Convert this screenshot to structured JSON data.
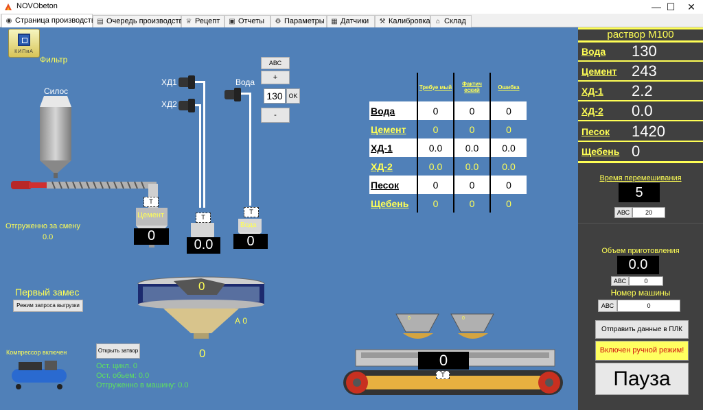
{
  "window": {
    "title": "NOVObeton",
    "minimize": "—",
    "maximize": "☐",
    "close": "✕"
  },
  "tabs": [
    {
      "label": "Страница производства",
      "icon": "◉"
    },
    {
      "label": "Очередь производства",
      "icon": "▤"
    },
    {
      "label": "Рецепт",
      "icon": "♕"
    },
    {
      "label": "Отчеты",
      "icon": "▣"
    },
    {
      "label": "Параметры",
      "icon": "⚙"
    },
    {
      "label": "Датчики",
      "icon": "▦"
    },
    {
      "label": "Калибровка",
      "icon": "⚒"
    },
    {
      "label": "Склад",
      "icon": "⌂"
    }
  ],
  "plant": {
    "kip_label": "КИПиА",
    "filter_label": "Фильтр",
    "silo_label": "Силос",
    "hd1_label": "ХД1",
    "hd2_label": "ХД2",
    "water_label": "Вода",
    "abc_top": "АВС",
    "plus": "+",
    "minus": "-",
    "water_setpoint": "130",
    "ok": "OK",
    "scale_mark": "T",
    "cement_scale_label": "Цемент",
    "cement_scale_value": "0",
    "hd_scale_value": "0.0",
    "water_scale_label": "Вода",
    "water_scale_value": "0",
    "shipped_shift_label": "Отгруженно за смену",
    "shipped_shift_value": "0.0",
    "first_batch": "Первый замес",
    "unload_mode_btn": "Режим запроса выгрузки",
    "mixer_value": "0",
    "mixer_a_label": "А 0",
    "compressor_label": "Компрессор включен",
    "open_gate_btn": "Открыть затвор",
    "gate_value": "0",
    "cycles_left": "Ост. цикл.   0",
    "volume_left": "Ост. обьем:   0.0",
    "shipped_machine": "Отгруженно в машину:   0.0",
    "bin1_value": "0",
    "bin2_value": "0",
    "conveyor_value": "0"
  },
  "recipe_table": {
    "headers": [
      "Требуе мый",
      "Фактич еский",
      "Ошибка"
    ],
    "rows": [
      {
        "name": "Вода",
        "req": "0",
        "act": "0",
        "err": "0",
        "style": "w"
      },
      {
        "name": "Цемент",
        "req": "0",
        "act": "0",
        "err": "0",
        "style": "b"
      },
      {
        "name": "ХД-1",
        "req": "0.0",
        "act": "0.0",
        "err": "0.0",
        "style": "w"
      },
      {
        "name": "ХД-2",
        "req": "0.0",
        "act": "0.0",
        "err": "0.0",
        "style": "b"
      },
      {
        "name": "Песок",
        "req": "0",
        "act": "0",
        "err": "0",
        "style": "w"
      },
      {
        "name": "Щебень",
        "req": "0",
        "act": "0",
        "err": "0",
        "style": "b"
      }
    ]
  },
  "side": {
    "title": "раствор М100",
    "items": [
      {
        "name": "Вода",
        "value": "130"
      },
      {
        "name": "Цемент",
        "value": "243"
      },
      {
        "name": "ХД-1",
        "value": "2.2"
      },
      {
        "name": "ХД-2",
        "value": "0.0"
      },
      {
        "name": "Песок",
        "value": "1420"
      },
      {
        "name": "Щебень",
        "value": "0"
      }
    ],
    "mix_time_label": "Время перемешивания",
    "mix_time_value": "5",
    "abc": "АВС",
    "mix_time_input": "20",
    "prep_volume_label": "Объем приготовления",
    "prep_volume_value": "0.0",
    "prep_volume_input": "0",
    "truck_label": "Номер машины",
    "truck_input": "0",
    "send_plc_btn": "Отправить данные в ПЛК",
    "manual_mode": "Включен ручной режим!",
    "pause_btn": "Пауза"
  },
  "colors": {
    "panel_blue": "#5080b8",
    "side_dark": "#404040",
    "accent_yellow": "#ffff55",
    "green_text": "#5fe05f"
  }
}
